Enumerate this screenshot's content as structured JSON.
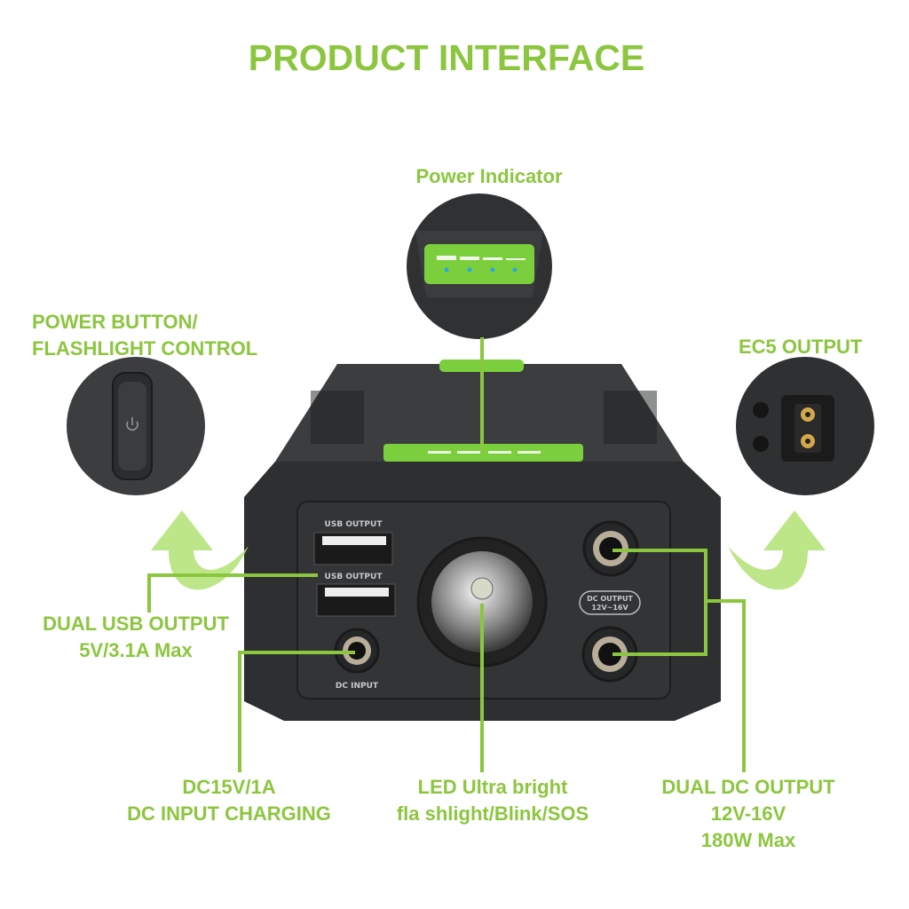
{
  "title": "PRODUCT INTERFACE",
  "accent_color": "#8cc63f",
  "callouts": {
    "power_indicator": "Power Indicator",
    "power_button": [
      "POWER BUTTON/",
      "FLASHLIGHT CONTROL"
    ],
    "ec5_output": "EC5 OUTPUT",
    "dual_usb": [
      "DUAL USB OUTPUT",
      "5V/3.1A Max"
    ],
    "dc_input": [
      "DC15V/1A",
      "DC INPUT CHARGING"
    ],
    "led": [
      "LED Ultra bright",
      "fla shlight/Blink/SOS"
    ],
    "dual_dc": [
      "DUAL DC OUTPUT",
      "12V-16V",
      "180W Max"
    ]
  },
  "device_labels": {
    "usb_output_1": "USB OUTPUT",
    "usb_output_2": "USB OUTPUT",
    "dc_input": "DC INPUT",
    "dc_output": "DC OUTPUT",
    "dc_output_range": "12V~16V"
  }
}
